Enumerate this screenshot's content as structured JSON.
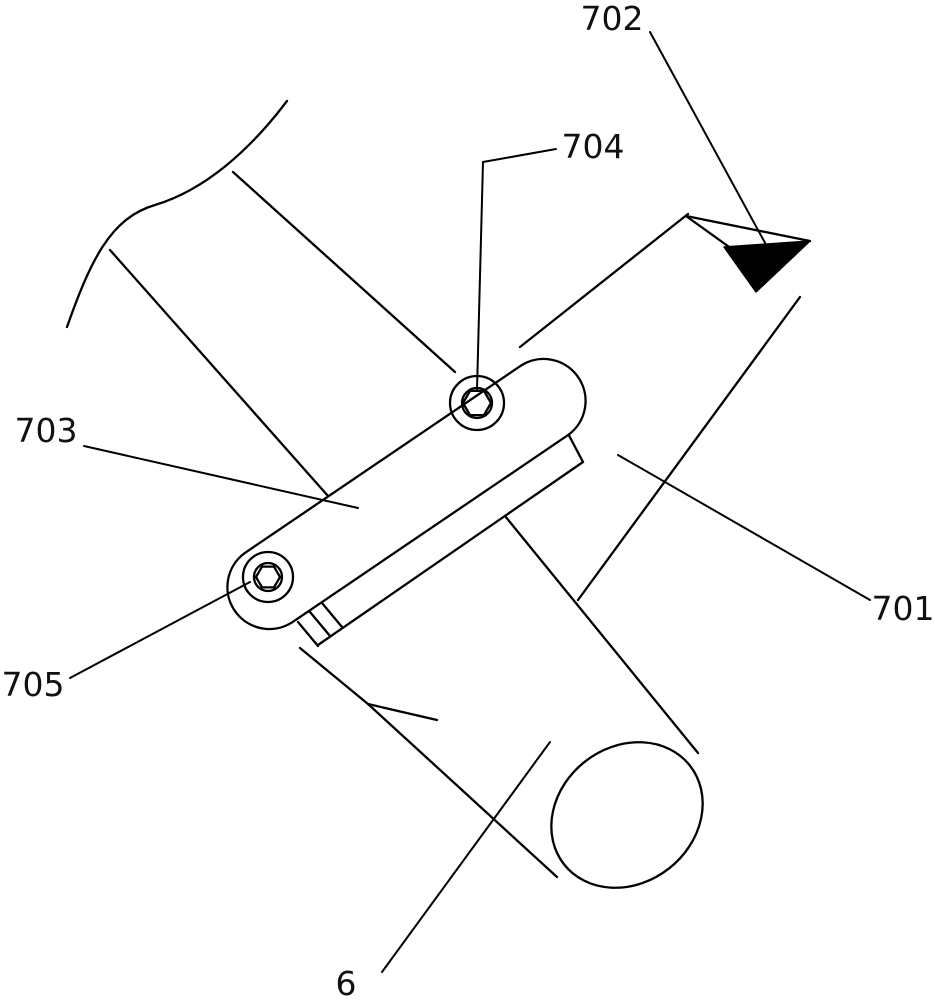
{
  "figure": {
    "type": "patent-technical-line-drawing",
    "background": "#ffffff",
    "line_color": "#000000",
    "tip_fill_color": "#000000",
    "labels": {
      "702": "702",
      "704": "704",
      "703": "703",
      "701": "701",
      "705": "705",
      "6": "6"
    }
  }
}
